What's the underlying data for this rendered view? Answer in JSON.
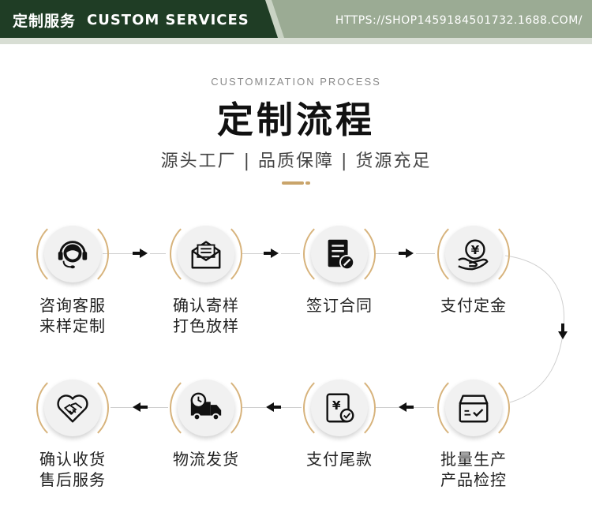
{
  "header": {
    "title_cn": "定制服务",
    "title_en": "CUSTOM SERVICES",
    "url": "HTTPS://SHOP1459184501732.1688.COM/"
  },
  "intro": {
    "subtitle_en": "CUSTOMIZATION PROCESS",
    "title_cn": "定制流程",
    "tagline": "源头工厂 | 品质保障 | 货源充足"
  },
  "steps": [
    {
      "line1": "咨询客服",
      "line2": "来样定制",
      "icon": "headset-icon"
    },
    {
      "line1": "确认寄样",
      "line2": "打色放样",
      "icon": "envelope-icon"
    },
    {
      "line1": "签订合同",
      "line2": "",
      "icon": "contract-icon"
    },
    {
      "line1": "支付定金",
      "line2": "",
      "icon": "payment-icon"
    },
    {
      "line1": "批量生产",
      "line2": "产品检控",
      "icon": "box-icon"
    },
    {
      "line1": "支付尾款",
      "line2": "",
      "icon": "invoice-icon"
    },
    {
      "line1": "物流发货",
      "line2": "",
      "icon": "truck-icon"
    },
    {
      "line1": "确认收货",
      "line2": "售后服务",
      "icon": "heart-handshake-icon"
    }
  ],
  "colors": {
    "header_dark": "#1f3d25",
    "header_light": "#9bab94",
    "accent_gold": "#d7b37c"
  }
}
